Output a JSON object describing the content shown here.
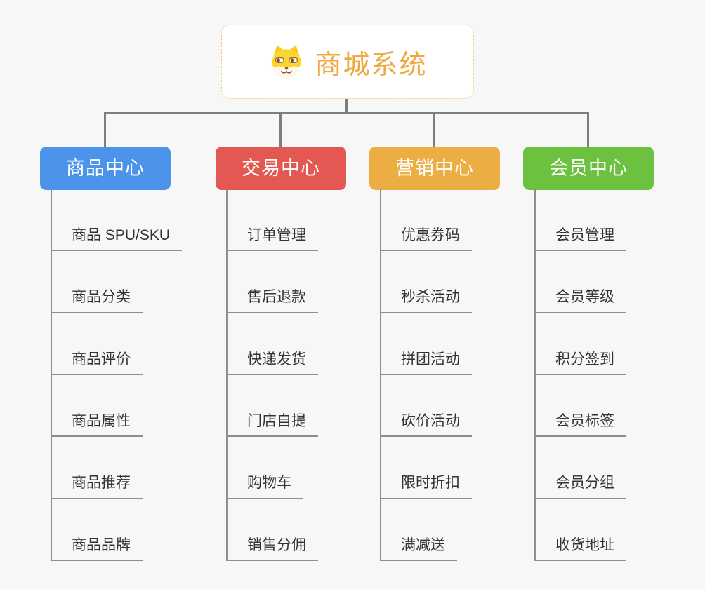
{
  "root": {
    "title": "商城系统",
    "title_color": "#F0A840",
    "border_color": "#F2C070",
    "icon": "dog-face-icon"
  },
  "colors": {
    "background": "#F7F7F7",
    "connector": "#7E7E7E",
    "leaf_line": "#8E8E8E",
    "leaf_text": "#333333"
  },
  "branches": [
    {
      "label": "商品中心",
      "color": "#4C93EA",
      "items": [
        "商品 SPU/SKU",
        "商品分类",
        "商品评价",
        "商品属性",
        "商品推荐",
        "商品品牌"
      ]
    },
    {
      "label": "交易中心",
      "color": "#E45853",
      "items": [
        "订单管理",
        "售后退款",
        "快递发货",
        "门店自提",
        "购物车",
        "销售分佣"
      ]
    },
    {
      "label": "营销中心",
      "color": "#ECAD42",
      "items": [
        "优惠券码",
        "秒杀活动",
        "拼团活动",
        "砍价活动",
        "限时折扣",
        "满减送"
      ]
    },
    {
      "label": "会员中心",
      "color": "#6CC13F",
      "items": [
        "会员管理",
        "会员等级",
        "积分签到",
        "会员标签",
        "会员分组",
        "收货地址"
      ]
    }
  ]
}
